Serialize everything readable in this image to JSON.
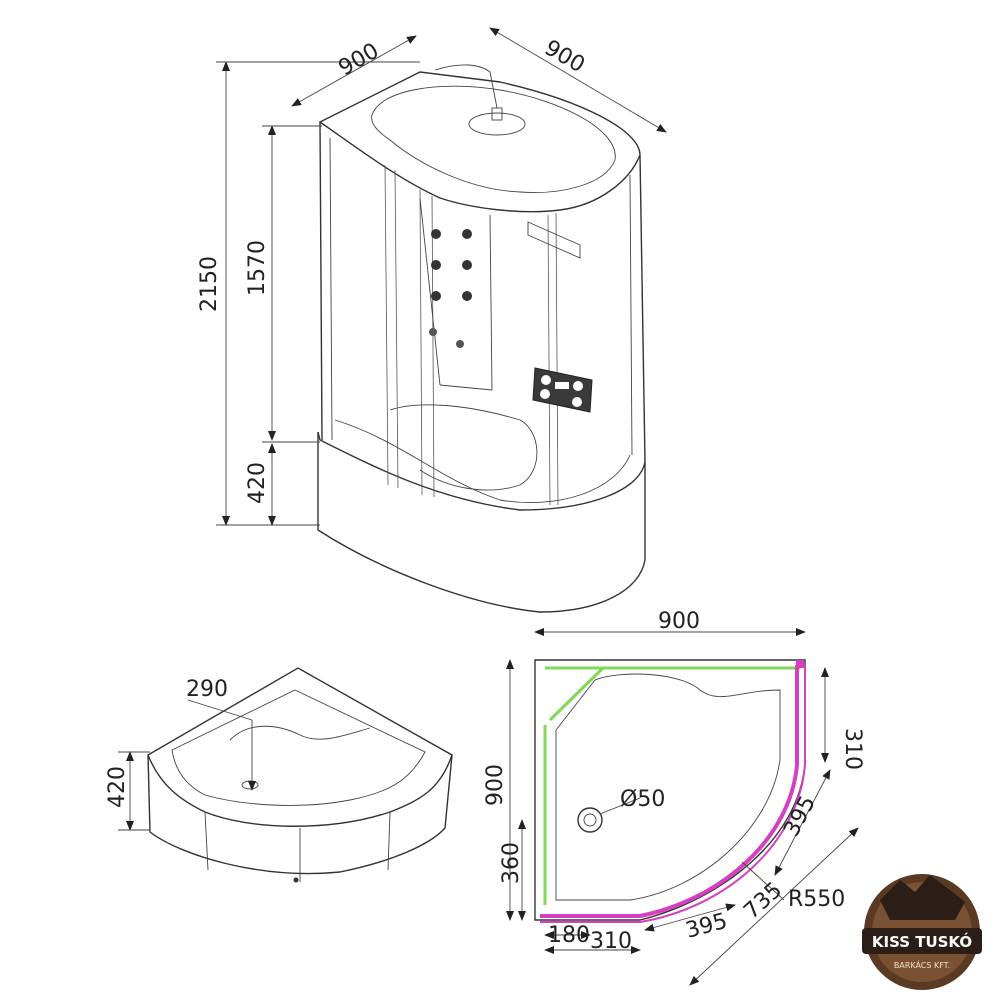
{
  "cabin": {
    "width_left": "900",
    "width_right": "900",
    "height_total": "2150",
    "height_cabin": "1570",
    "height_tray": "420"
  },
  "tray": {
    "depth": "290",
    "height": "420"
  },
  "plan": {
    "width_top": "900",
    "height_left": "900",
    "side_right": "310",
    "drain": "Ø50",
    "drain_from_bottom": "360",
    "drain_from_left": "180",
    "bottom_right": "310",
    "arc_seg_1": "395",
    "arc_seg_2": "395",
    "arc_chord": "735",
    "radius": "R550"
  },
  "logo": {
    "name": "KISS TUSKÓ",
    "sub": "BARKÁCS KFT."
  },
  "colors": {
    "line": "#333333",
    "green_outline": "#7ed957",
    "magenta_outline": "#d63fbf",
    "logo_wood": "#5a3a22",
    "logo_dark": "#2a1e16"
  }
}
